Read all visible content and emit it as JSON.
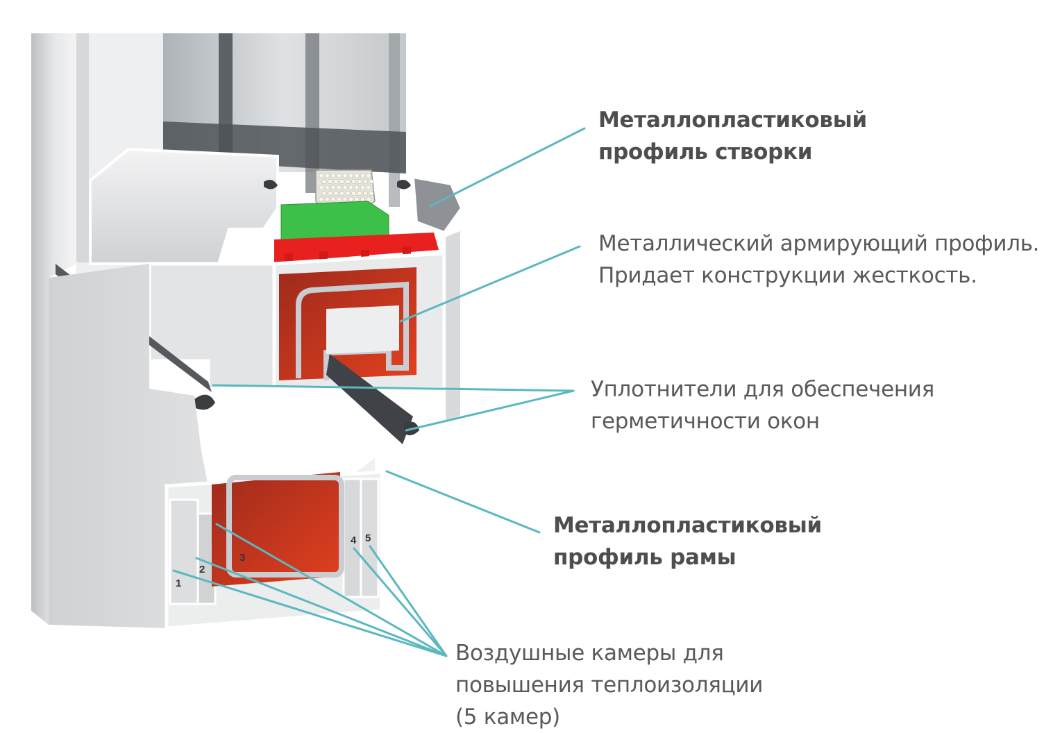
{
  "callouts": {
    "sash_profile": {
      "lines": [
        "Металлопластиковый",
        "профиль створки"
      ]
    },
    "reinforcing_profile": {
      "lines": [
        "Металлический армирующий профиль.",
        "Придает конструкции жесткость."
      ]
    },
    "seals": {
      "lines": [
        "Уплотнители для обеспечения",
        "герметичности окон"
      ]
    },
    "frame_profile": {
      "lines": [
        "Металлопластиковый",
        "профиль рамы"
      ]
    },
    "air_chambers": {
      "lines": [
        "Воздушные камеры для",
        "повышения теплоизоляции",
        "(5 камер)"
      ]
    }
  },
  "chambers": [
    "1",
    "2",
    "3",
    "4",
    "5"
  ],
  "colors": {
    "leader_line": "#5bb8c0",
    "text": "#58595b",
    "pvc": "#e9eaec",
    "pvc_shadow": "#c9cbce",
    "steel_red": "#c0392b",
    "gasket_dark": "#3a3c3f",
    "spacer_green": "#3cc04a",
    "sill_red": "#e8201e",
    "glass": "#c7cccf"
  }
}
